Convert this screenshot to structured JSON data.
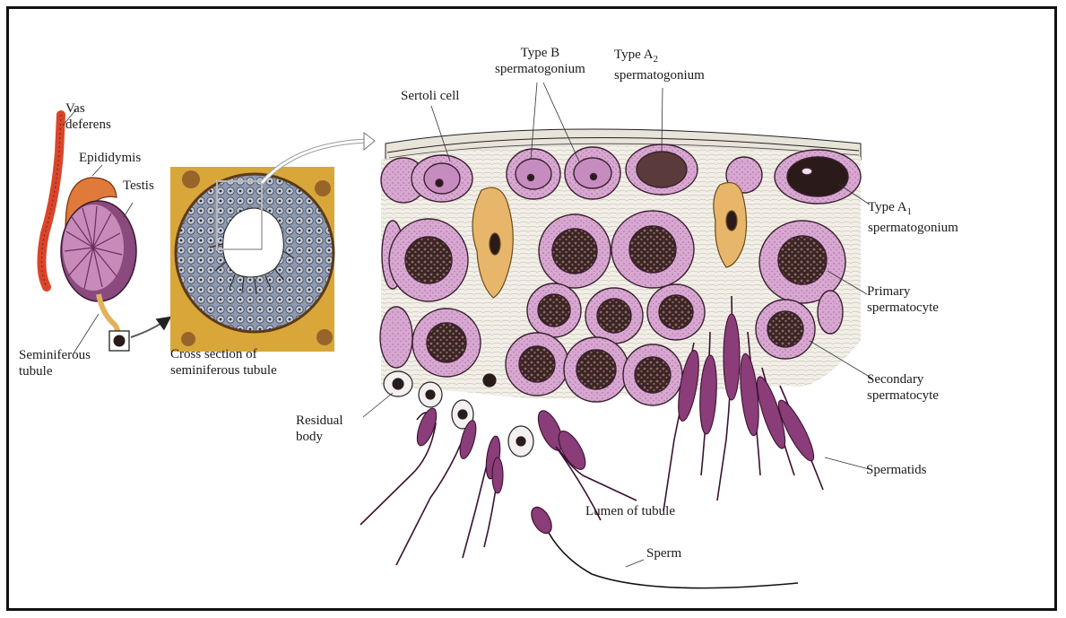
{
  "labels": {
    "vas_deferens": "Vas deferens",
    "vas_line1": "Vas",
    "vas_line2": "deferens",
    "epididymis": "Epididymis",
    "testis": "Testis",
    "seminiferous_1": "Seminiferous",
    "seminiferous_2": "tubule",
    "cross_1": "Cross section of",
    "cross_2": "seminiferous tubule",
    "typeb_1": "Type B",
    "typeb_2": "spermatogonium",
    "typea2_main": "Type A",
    "typea2_sub": "2",
    "typea2_2": "spermatogonium",
    "sertoli": "Sertoli cell",
    "typea1_main": "Type A",
    "typea1_sub": "1",
    "typea1_2": "spermatogonium",
    "primary_1": "Primary",
    "primary_2": "spermatocyte",
    "secondary_1": "Secondary",
    "secondary_2": "spermatocyte",
    "residual_1": "Residual",
    "residual_2": "body",
    "spermatids": "Spermatids",
    "lumen": "Lumen of tubule",
    "sperm": "Sperm"
  },
  "colors": {
    "cell_fill": "#d9a8d2",
    "cell_stroke": "#3a2030",
    "nucleus": "#2b1a1a",
    "sertoli": "#e8b66a",
    "vas": "#d9452b",
    "spermatid": "#8a3d78",
    "tissue_yellow": "#d9a63a",
    "tissue_blue": "#7d8fa8"
  }
}
